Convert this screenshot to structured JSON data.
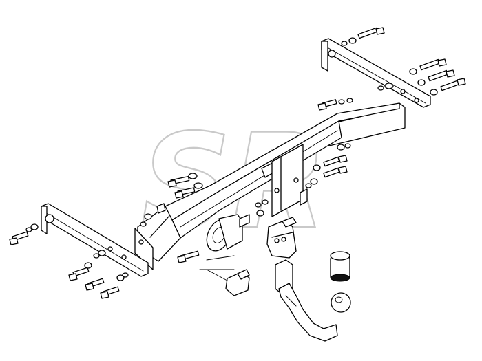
{
  "diagram": {
    "watermark_text": "SR",
    "colors": {
      "line": "#000000",
      "background": "#ffffff",
      "watermark": "#c9c9c9"
    },
    "parts": [
      "left-bracket-plate",
      "right-bracket-plate",
      "main-crossbar",
      "socket-plate",
      "electrical-socket",
      "ball-mount-receiver",
      "detachable-ball-neck",
      "tow-ball",
      "ball-cover-cap"
    ]
  }
}
